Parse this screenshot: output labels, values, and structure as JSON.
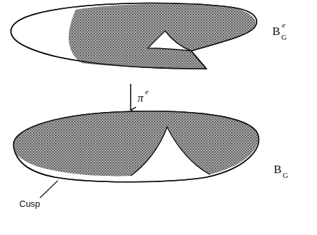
{
  "diagram": {
    "labels": [
      "π",
      "e",
      "B",
      "e",
      "G",
      "B",
      "G",
      "Cusp"
    ]
  }
}
